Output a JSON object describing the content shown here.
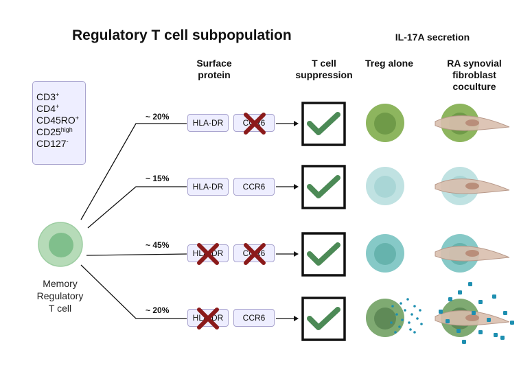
{
  "title": "Regulatory T cell  subpopulation",
  "headers": {
    "il17a": "IL-17A secretion",
    "surface_line1": "Surface",
    "surface_line2": "protein",
    "suppression_line1": "T cell",
    "suppression_line2": "suppression",
    "treg_alone": "Treg alone",
    "coculture_line1": "RA synovial",
    "coculture_line2": "fibroblast",
    "coculture_line3": "coculture"
  },
  "markers": [
    {
      "base": "CD3",
      "sup": "+"
    },
    {
      "base": "CD4",
      "sup": "+"
    },
    {
      "base": "CD45RO",
      "sup": "+"
    },
    {
      "base": "CD25",
      "sup": "high"
    },
    {
      "base": "CD127",
      "sup": "-"
    }
  ],
  "memory_cell_label": [
    "Memory",
    "Regulatory",
    "T cell"
  ],
  "rows": [
    {
      "percent": "~ 20%",
      "hla_dr": "HLA-DR",
      "ccr6": "CCR6",
      "hla_dr_crossed": false,
      "ccr6_crossed": true,
      "suppression": true,
      "il17_secretion": false,
      "cell_color": "#8db55e",
      "cell_nucleus": "#6f9a48"
    },
    {
      "percent": "~ 15%",
      "hla_dr": "HLA-DR",
      "ccr6": "CCR6",
      "hla_dr_crossed": false,
      "ccr6_crossed": false,
      "suppression": true,
      "il17_secretion": false,
      "cell_color": "#c0e2e2",
      "cell_nucleus": "#a9d6d6"
    },
    {
      "percent": "~ 45%",
      "hla_dr": "HLA-DR",
      "ccr6": "CCR6",
      "hla_dr_crossed": true,
      "ccr6_crossed": true,
      "suppression": true,
      "il17_secretion": false,
      "cell_color": "#86c9c7",
      "cell_nucleus": "#66b3ad"
    },
    {
      "percent": "~ 20%",
      "hla_dr": "HLA-DR",
      "ccr6": "CCR6",
      "hla_dr_crossed": true,
      "ccr6_crossed": false,
      "suppression": true,
      "il17_secretion": true,
      "cell_color": "#7faa72",
      "cell_nucleus": "#5f8a57"
    }
  ],
  "colors": {
    "check": "#4c8a56",
    "cross": "#8b1a1a",
    "pill_fill": "#eeeeff",
    "pill_border": "#a9a4cf",
    "memory_cell": "#b6dbb8",
    "memory_nucleus": "#80bf8c",
    "fibroblast": "#d9bfae",
    "il17": "#1e8fb0"
  }
}
